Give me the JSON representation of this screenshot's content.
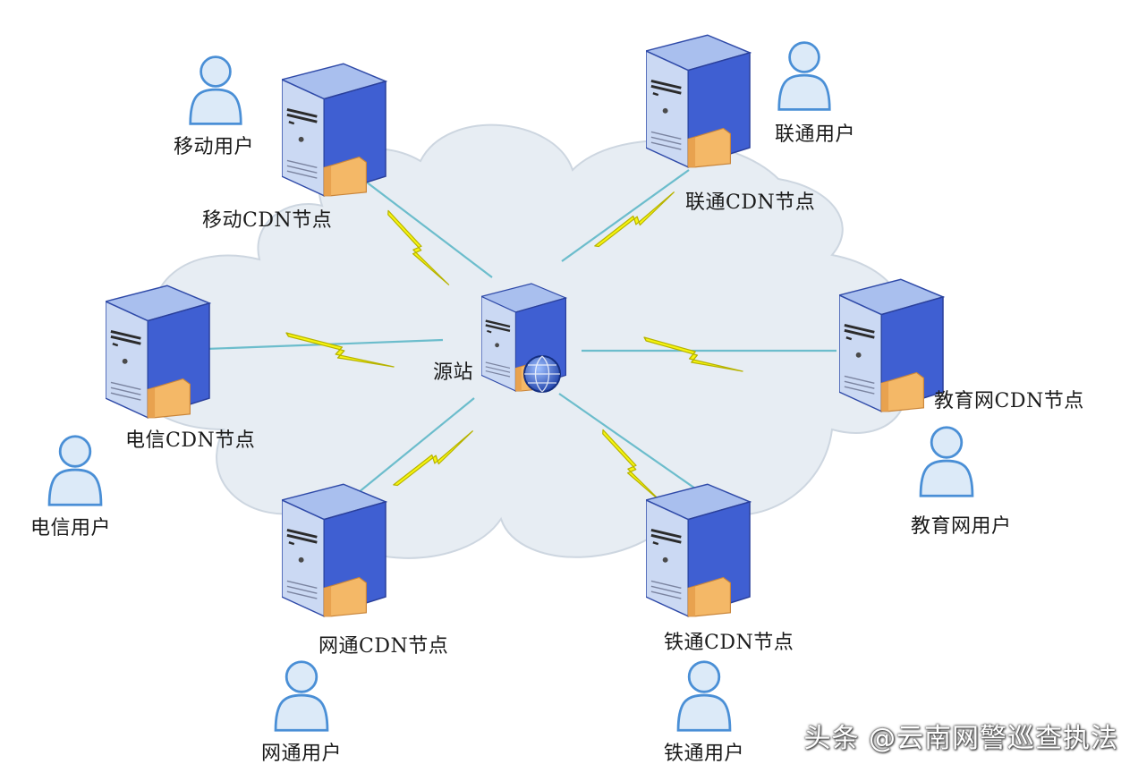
{
  "nodes": {
    "mobile": "移动CDN节点",
    "unicom": "联通CDN节点",
    "telecom": "电信CDN节点",
    "education": "教育网CDN节点",
    "netcom": "网通CDN节点",
    "railcom": "铁通CDN节点"
  },
  "origin": "源站",
  "users": {
    "mobile": "移动用户",
    "unicom": "联通用户",
    "telecom": "电信用户",
    "education": "教育网用户",
    "netcom": "网通用户",
    "railcom": "铁通用户"
  },
  "watermark": "头条 @云南网警巡查执法",
  "colors": {
    "cloud_fill": "#e6ecf3",
    "cloud_edge": "#c9d3df",
    "server_front": "#c7d6f2",
    "server_side": "#3e5bd0",
    "server_top": "#9fb5ea",
    "bolt": "#f5f50a",
    "link": "#5fb9c8",
    "user_fill": "#dce9f7",
    "user_edge": "#4f93d8"
  }
}
